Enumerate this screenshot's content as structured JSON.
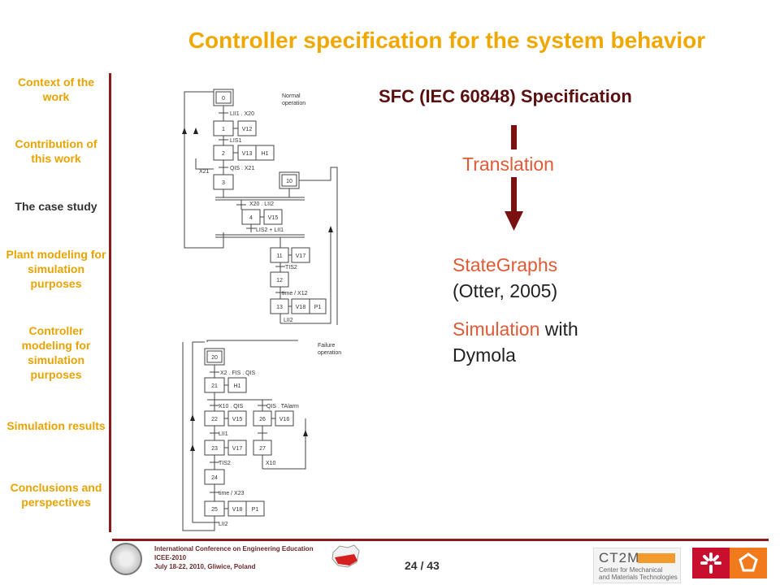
{
  "title": "Controller specification for the system behavior",
  "nav": {
    "items": [
      {
        "label": "Context of the work",
        "active": false
      },
      {
        "label": "Contribution of this work",
        "active": false
      },
      {
        "label": "The case study",
        "active": true
      },
      {
        "label": "Plant modeling for simulation purposes",
        "active": false
      },
      {
        "label": "Controller modeling for simulation purposes",
        "active": false
      },
      {
        "label": "Simulation results",
        "active": false
      },
      {
        "label": "Conclusions and perspectives",
        "active": false
      }
    ]
  },
  "spec": {
    "sfc_title": "SFC (IEC 60848) Specification",
    "translation": "Translation",
    "stategraphs": "StateGraphs",
    "otter": "(Otter, 2005)",
    "simulation": "Simulation",
    "with": " with",
    "dymola": "Dymola"
  },
  "diagram1": {
    "label_line1": "Normal",
    "label_line2": "operation",
    "steps": [
      "0",
      "1",
      "2",
      "3",
      "10",
      "4",
      "11",
      "12",
      "13"
    ],
    "actions": [
      "V12",
      "V13",
      "H1",
      "V15",
      "V17",
      "V18",
      "P1"
    ],
    "transitions": [
      "LII1 . X20",
      "LIS1",
      "QIS . X21",
      "X21",
      "X20 . LII2",
      "LIS2 + LII1",
      "TIS2",
      "time / X12",
      "LII2"
    ]
  },
  "diagram2": {
    "label_line1": "Failure",
    "label_line2": "operation",
    "steps": [
      "20",
      "21",
      "22",
      "23",
      "24",
      "25",
      "26",
      "27"
    ],
    "actions": [
      "H1",
      "V15",
      "V17",
      "V18",
      "P1",
      "V16"
    ],
    "transitions": [
      "X2 . FIS . QIS",
      "X10 . QIS",
      "QIS . TAlarm",
      "LII1",
      "TIS2",
      "X10",
      "time / X23",
      "LII2"
    ]
  },
  "footer": {
    "page": "24 / 43",
    "conf_line1": "International Conference on Engineering Education",
    "conf_line2": "ICEE-2010",
    "conf_line3": "July 18-22, 2010, Gliwice, Poland",
    "ct2m_tag": "CT2M",
    "ct2m_line1": "Center for Mechanical",
    "ct2m_line2": "and Materials Technologies"
  },
  "colors": {
    "accent": "#f0a800",
    "dark_red": "#8b1a1a",
    "orange_red": "#e05a36"
  }
}
